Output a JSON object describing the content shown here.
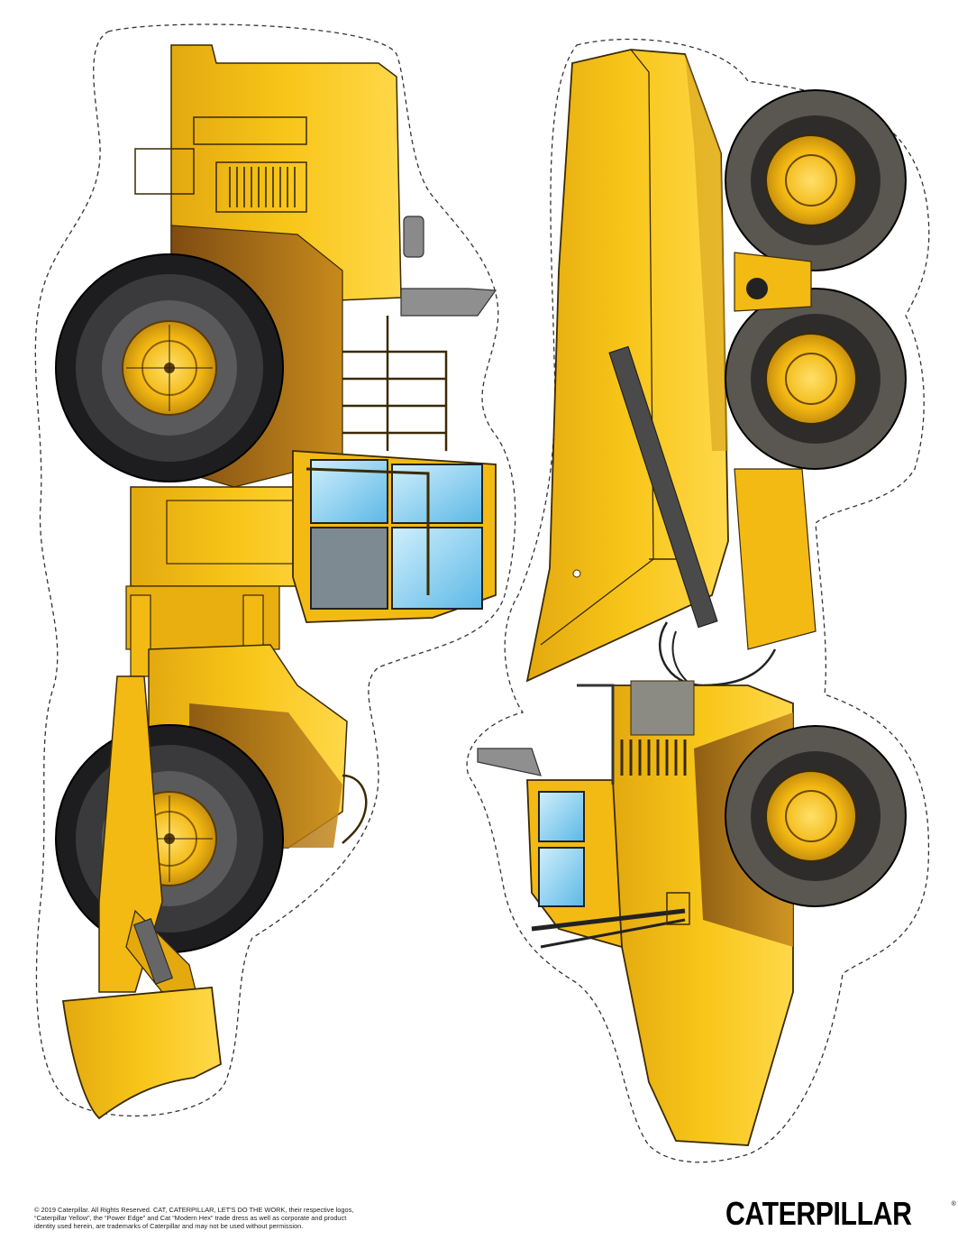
{
  "page": {
    "kind": "printable cutout sheet",
    "background": "#ffffff"
  },
  "colors": {
    "cat_yellow": "#F6BE14",
    "yellow_light": "#FFD84A",
    "yellow_dark": "#D39B10",
    "brown_shadow": "#A0661C",
    "tire_black": "#1d1d1f",
    "tire_gray": "#5c5954",
    "glass_blue": "#8ED3F0",
    "steel_gray": "#7b7b7b",
    "cut_line": "#333333"
  },
  "illustrations": [
    {
      "name": "wheel loader cutout (left)",
      "icon": "wheel-loader-icon"
    },
    {
      "name": "articulated dump truck cutout (right)",
      "icon": "dump-truck-icon"
    }
  ],
  "footer": {
    "legal_lines": [
      "© 2019 Caterpillar. All Rights Reserved. CAT, CATERPILLAR, LET'S DO THE WORK, their respective logos,",
      "“Caterpillar Yellow”, the “Power Edge” and Cat “Modern Hex” trade dress as well as corporate and product",
      "identity used herein, are trademarks of Caterpillar and may not be used without permission."
    ],
    "brand_logo": "CATERPILLAR",
    "brand_mark": "®"
  }
}
